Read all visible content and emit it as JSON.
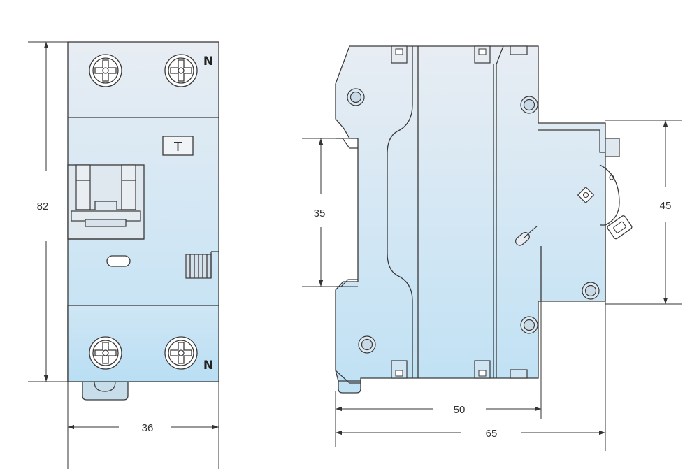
{
  "colors": {
    "body_top": "#e8edf3",
    "body_bottom": "#bfe1f4",
    "outline": "#3a3a3a",
    "dimension_line": "#333333"
  },
  "front_view": {
    "terminal_label_top": "N",
    "terminal_label_bottom": "N",
    "test_button_label": "T",
    "icons": [
      "terminal-screw-icon",
      "terminal-screw-icon",
      "terminal-screw-icon",
      "terminal-screw-icon"
    ]
  },
  "dimensions": {
    "height_front": "82",
    "width_front": "36",
    "rail_height": "35",
    "switch_height": "45",
    "depth_body": "50",
    "depth_total": "65"
  }
}
